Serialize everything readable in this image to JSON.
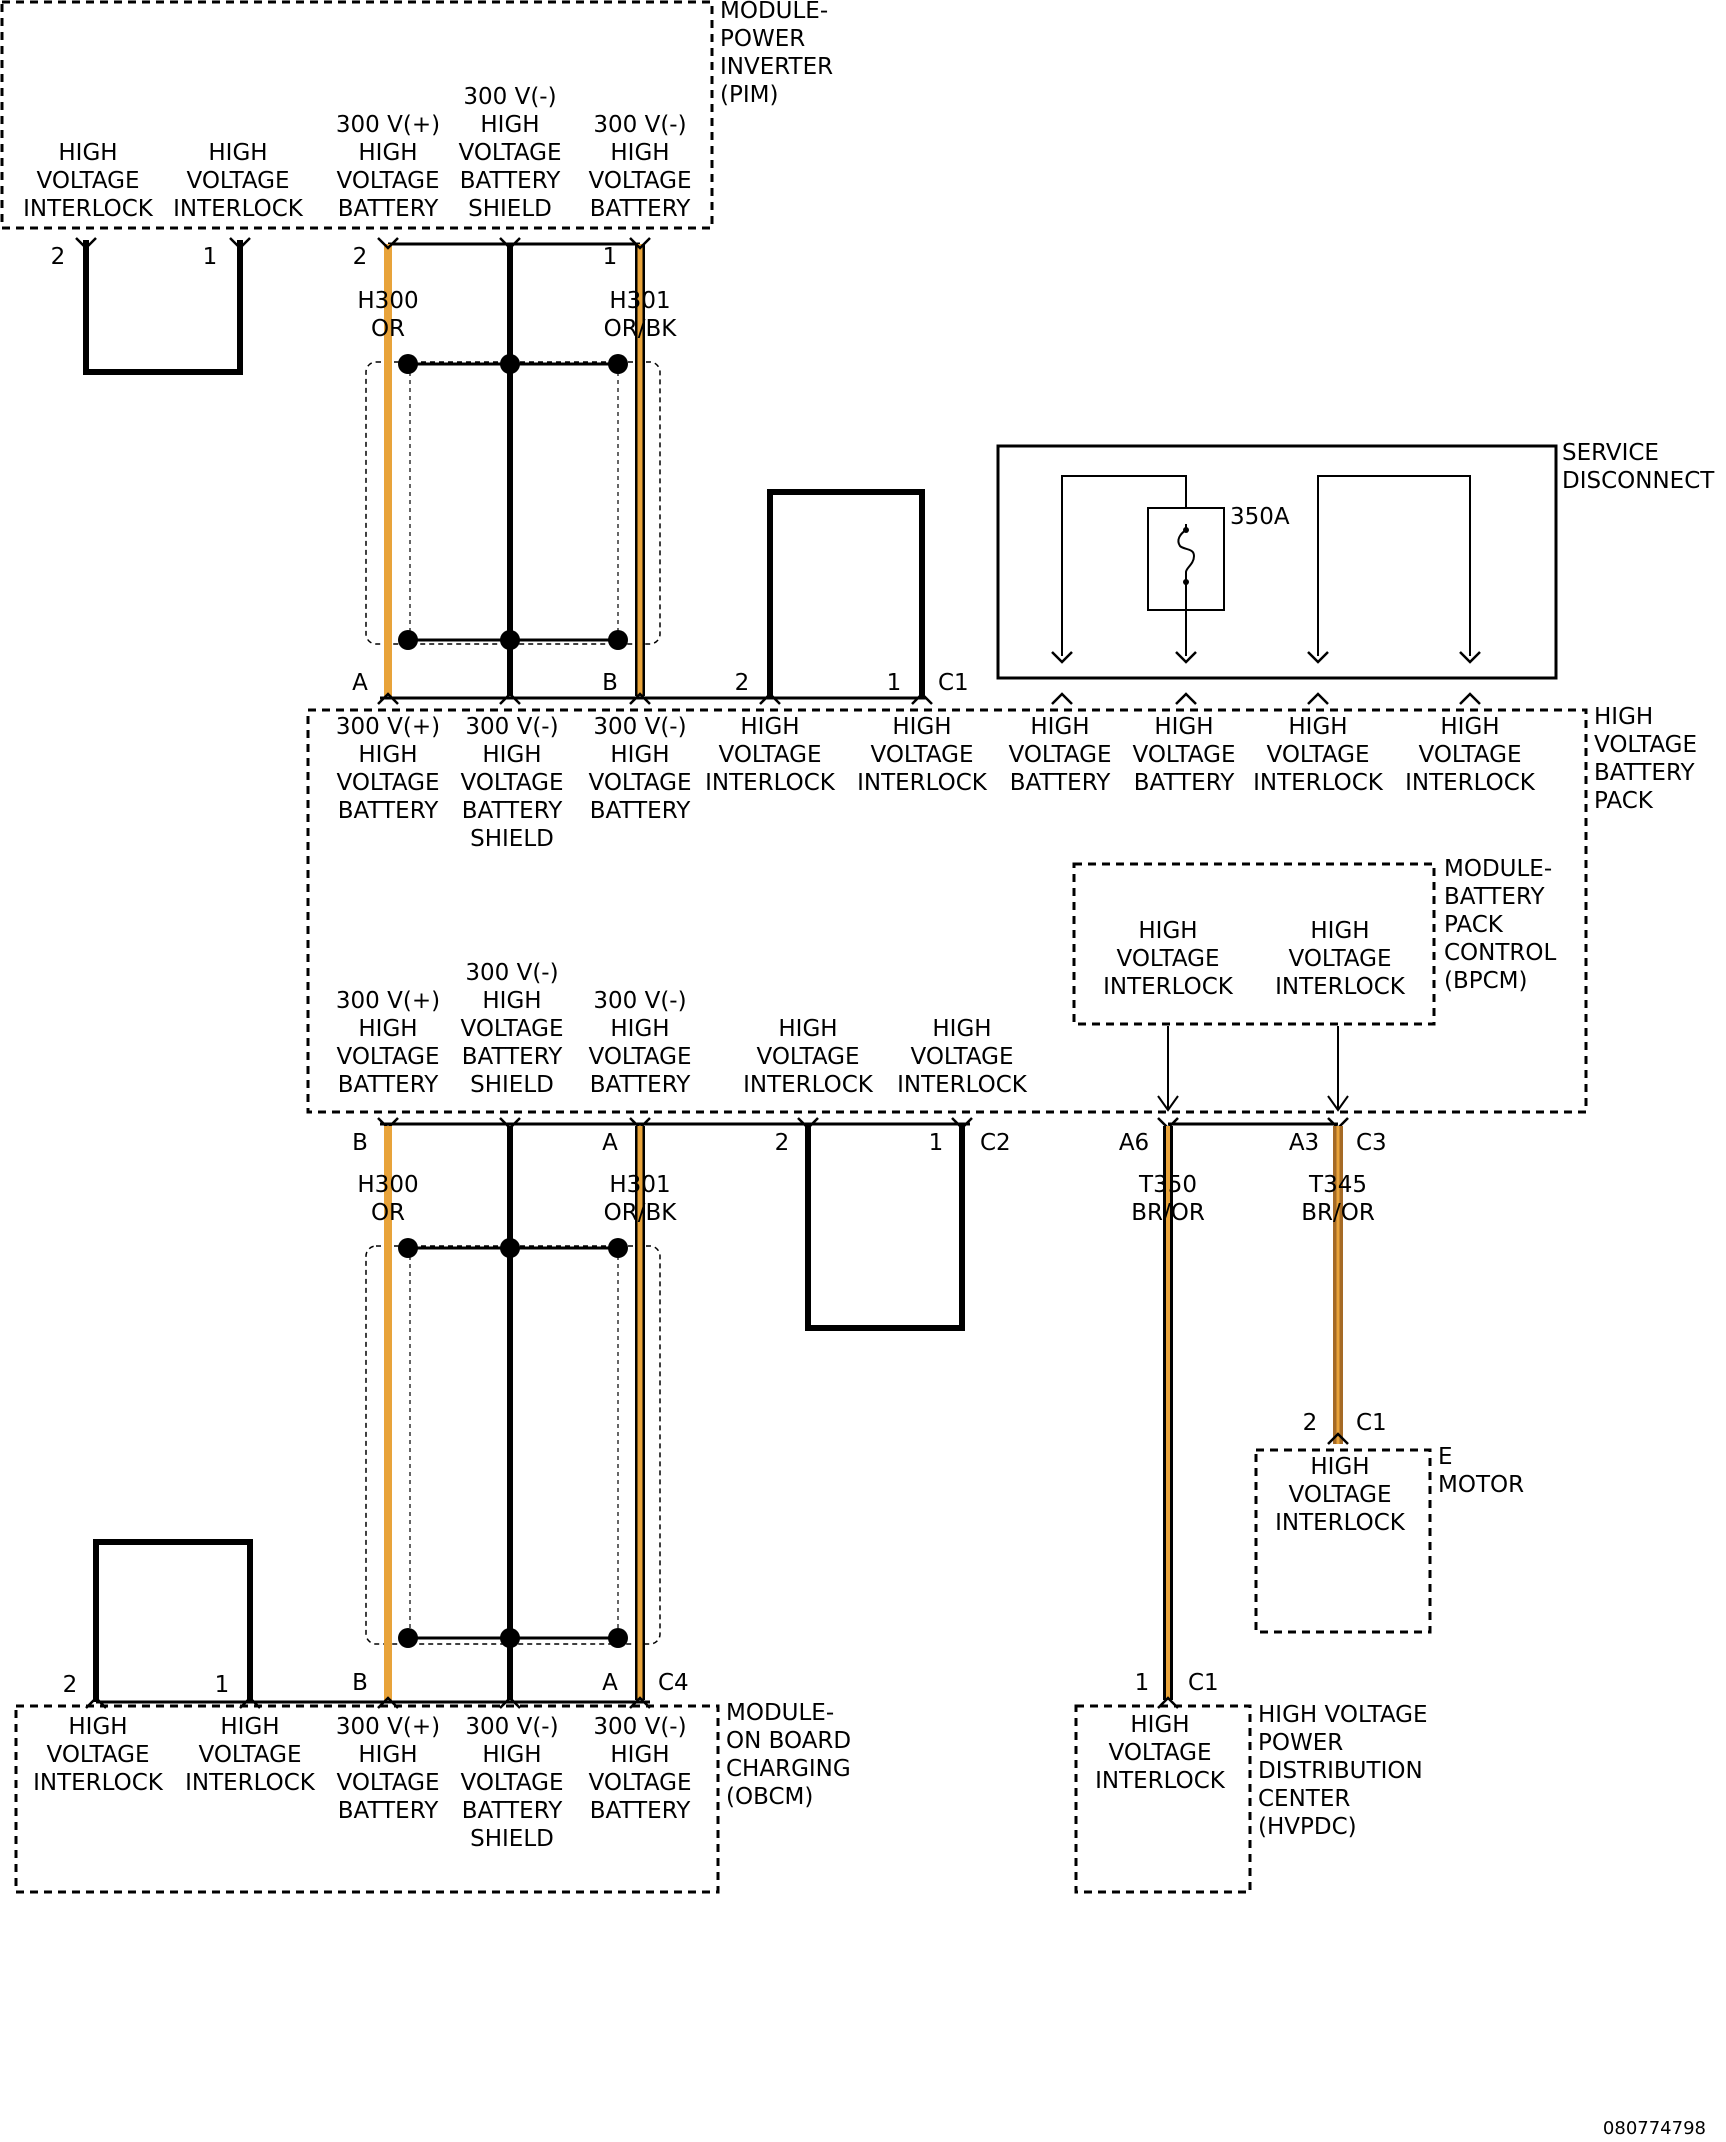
{
  "colors": {
    "orange_wire": "#E8A33A",
    "brown_wire": "#A56A25",
    "black_wire": "#000000"
  },
  "modules": {
    "pim": {
      "name": [
        "MODULE-",
        "POWER",
        "INVERTER",
        "(PIM)"
      ],
      "pins": [
        {
          "label": [
            "HIGH",
            "VOLTAGE",
            "INTERLOCK"
          ],
          "pin": "2"
        },
        {
          "label": [
            "HIGH",
            "VOLTAGE",
            "INTERLOCK"
          ],
          "pin": "1"
        },
        {
          "label": [
            "300 V(+)",
            "HIGH",
            "VOLTAGE",
            "BATTERY"
          ],
          "pin": "2"
        },
        {
          "label": [
            "300 V(-)",
            "HIGH",
            "VOLTAGE",
            "BATTERY",
            "SHIELD"
          ],
          "pin": ""
        },
        {
          "label": [
            "300 V(-)",
            "HIGH",
            "VOLTAGE",
            "BATTERY"
          ],
          "pin": "1"
        }
      ]
    },
    "service_disconnect": {
      "name": [
        "SERVICE",
        "DISCONNECT"
      ],
      "fuse": "350A"
    },
    "hv_battery_pack": {
      "name": [
        "HIGH",
        "VOLTAGE",
        "BATTERY",
        "PACK"
      ],
      "c1_connector": "C1",
      "c1_pins": [
        {
          "label": [
            "300 V(+)",
            "HIGH",
            "VOLTAGE",
            "BATTERY"
          ],
          "pin": "A"
        },
        {
          "label": [
            "300 V(-)",
            "HIGH",
            "VOLTAGE",
            "BATTERY",
            "SHIELD"
          ],
          "pin": ""
        },
        {
          "label": [
            "300 V(-)",
            "HIGH",
            "VOLTAGE",
            "BATTERY"
          ],
          "pin": "B"
        },
        {
          "label": [
            "HIGH",
            "VOLTAGE",
            "INTERLOCK"
          ],
          "pin": "2"
        },
        {
          "label": [
            "HIGH",
            "VOLTAGE",
            "INTERLOCK"
          ],
          "pin": "1"
        },
        {
          "label": [
            "HIGH",
            "VOLTAGE",
            "BATTERY"
          ],
          "pin": ""
        },
        {
          "label": [
            "HIGH",
            "VOLTAGE",
            "BATTERY"
          ],
          "pin": ""
        },
        {
          "label": [
            "HIGH",
            "VOLTAGE",
            "INTERLOCK"
          ],
          "pin": ""
        },
        {
          "label": [
            "HIGH",
            "VOLTAGE",
            "INTERLOCK"
          ],
          "pin": ""
        }
      ],
      "c2_connector": "C2",
      "c2_pins": [
        {
          "label": [
            "300 V(+)",
            "HIGH",
            "VOLTAGE",
            "BATTERY"
          ],
          "pin": "B"
        },
        {
          "label": [
            "300 V(-)",
            "HIGH",
            "VOLTAGE",
            "BATTERY",
            "SHIELD"
          ],
          "pin": ""
        },
        {
          "label": [
            "300 V(-)",
            "HIGH",
            "VOLTAGE",
            "BATTERY"
          ],
          "pin": "A"
        },
        {
          "label": [
            "HIGH",
            "VOLTAGE",
            "INTERLOCK"
          ],
          "pin": "2"
        },
        {
          "label": [
            "HIGH",
            "VOLTAGE",
            "INTERLOCK"
          ],
          "pin": "1"
        }
      ],
      "c3_connector": "C3",
      "c3_pins": [
        {
          "pin": "A6"
        },
        {
          "pin": "A3"
        }
      ]
    },
    "bpcm": {
      "name": [
        "MODULE-",
        "BATTERY",
        "PACK",
        "CONTROL",
        "(BPCM)"
      ],
      "pins": [
        {
          "label": [
            "HIGH",
            "VOLTAGE",
            "INTERLOCK"
          ]
        },
        {
          "label": [
            "HIGH",
            "VOLTAGE",
            "INTERLOCK"
          ]
        }
      ]
    },
    "e_motor": {
      "name": [
        "E",
        "MOTOR"
      ],
      "connector": "C1",
      "pin": "2",
      "label": [
        "HIGH",
        "VOLTAGE",
        "INTERLOCK"
      ]
    },
    "obcm": {
      "name": [
        "MODULE-",
        "ON BOARD",
        "CHARGING",
        "(OBCM)"
      ],
      "connector": "C4",
      "pins": [
        {
          "label": [
            "HIGH",
            "VOLTAGE",
            "INTERLOCK"
          ],
          "pin": "2"
        },
        {
          "label": [
            "HIGH",
            "VOLTAGE",
            "INTERLOCK"
          ],
          "pin": "1"
        },
        {
          "label": [
            "300 V(+)",
            "HIGH",
            "VOLTAGE",
            "BATTERY"
          ],
          "pin": "B"
        },
        {
          "label": [
            "300 V(-)",
            "HIGH",
            "VOLTAGE",
            "BATTERY",
            "SHIELD"
          ],
          "pin": ""
        },
        {
          "label": [
            "300 V(-)",
            "HIGH",
            "VOLTAGE",
            "BATTERY"
          ],
          "pin": "A"
        }
      ]
    },
    "hvpdc": {
      "name": [
        "HIGH VOLTAGE",
        "POWER",
        "DISTRIBUTION",
        "CENTER",
        "(HVPDC)"
      ],
      "connector": "C1",
      "pin": "1",
      "label": [
        "HIGH",
        "VOLTAGE",
        "INTERLOCK"
      ]
    }
  },
  "wires": {
    "top_h300": {
      "circuit": "H300",
      "color": "OR"
    },
    "top_h301": {
      "circuit": "H301",
      "color": "OR/BK"
    },
    "bottom_h300": {
      "circuit": "H300",
      "color": "OR"
    },
    "bottom_h301": {
      "circuit": "H301",
      "color": "OR/BK"
    },
    "t350": {
      "circuit": "T350",
      "color": "BR/OR"
    },
    "t345": {
      "circuit": "T345",
      "color": "BR/OR"
    }
  },
  "footer_id": "080774798"
}
